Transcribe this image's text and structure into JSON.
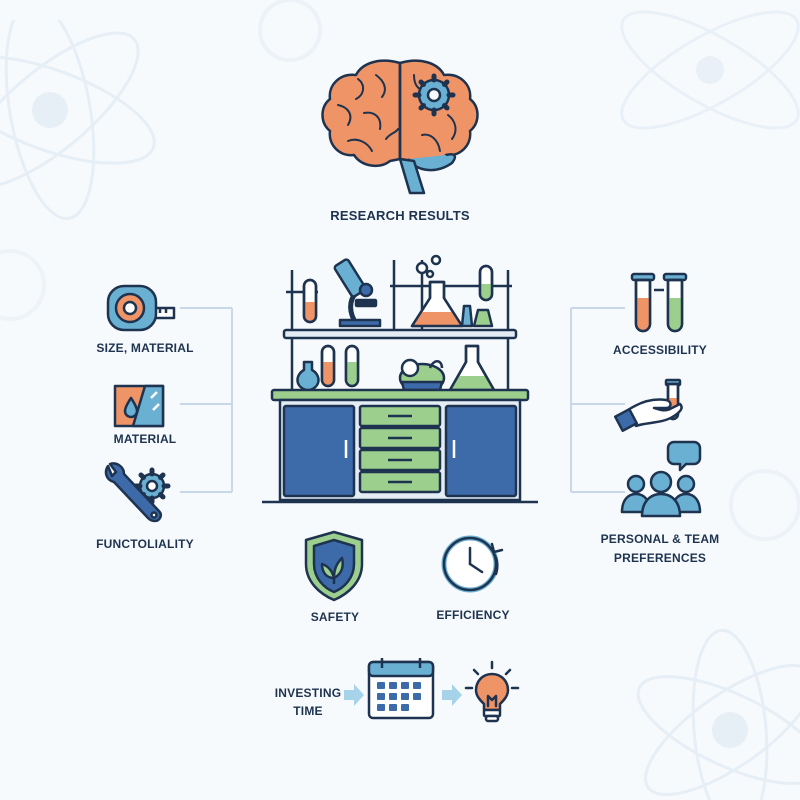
{
  "title": "RESEARCH RESULTS",
  "left_factors": [
    {
      "label": "SIZE, MATERIAL",
      "icon": "tape-measure-icon"
    },
    {
      "label": "MATERIAL",
      "icon": "material-sample-icon"
    },
    {
      "label": "FUNCTOLIALITY",
      "icon": "wrench-gear-icon"
    }
  ],
  "right_factors": [
    {
      "label": "ACCESSIBILITY",
      "icon": "test-tubes-icon"
    },
    {
      "label": "",
      "icon": "hand-test-tube-icon"
    },
    {
      "label": "PERSONAL & TEAM",
      "label2": "PREFERENCES",
      "icon": "team-icon"
    }
  ],
  "bottom_factors": [
    {
      "label": "SAFETY",
      "icon": "shield-leaf-icon"
    },
    {
      "label": "EFFICIENCY",
      "icon": "clock-icon"
    }
  ],
  "timeline": {
    "label_line1": "INVESTING",
    "label_line2": "TIME"
  },
  "colors": {
    "navy": "#1e3350",
    "blue": "#3d6aa8",
    "green": "#9ccf8e",
    "orange": "#ef9466",
    "teal": "#6ab0d2",
    "connector": "#c8d8e8"
  }
}
